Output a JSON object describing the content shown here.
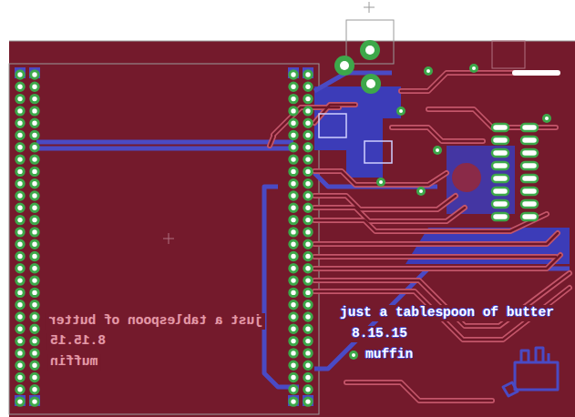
{
  "diagram": {
    "labels": [
      "just a tablespoon of butter",
      "8.15.15",
      "muffin",
      "just a tablespoon of butter",
      "8.15.15",
      "muffin"
    ]
  }
}
